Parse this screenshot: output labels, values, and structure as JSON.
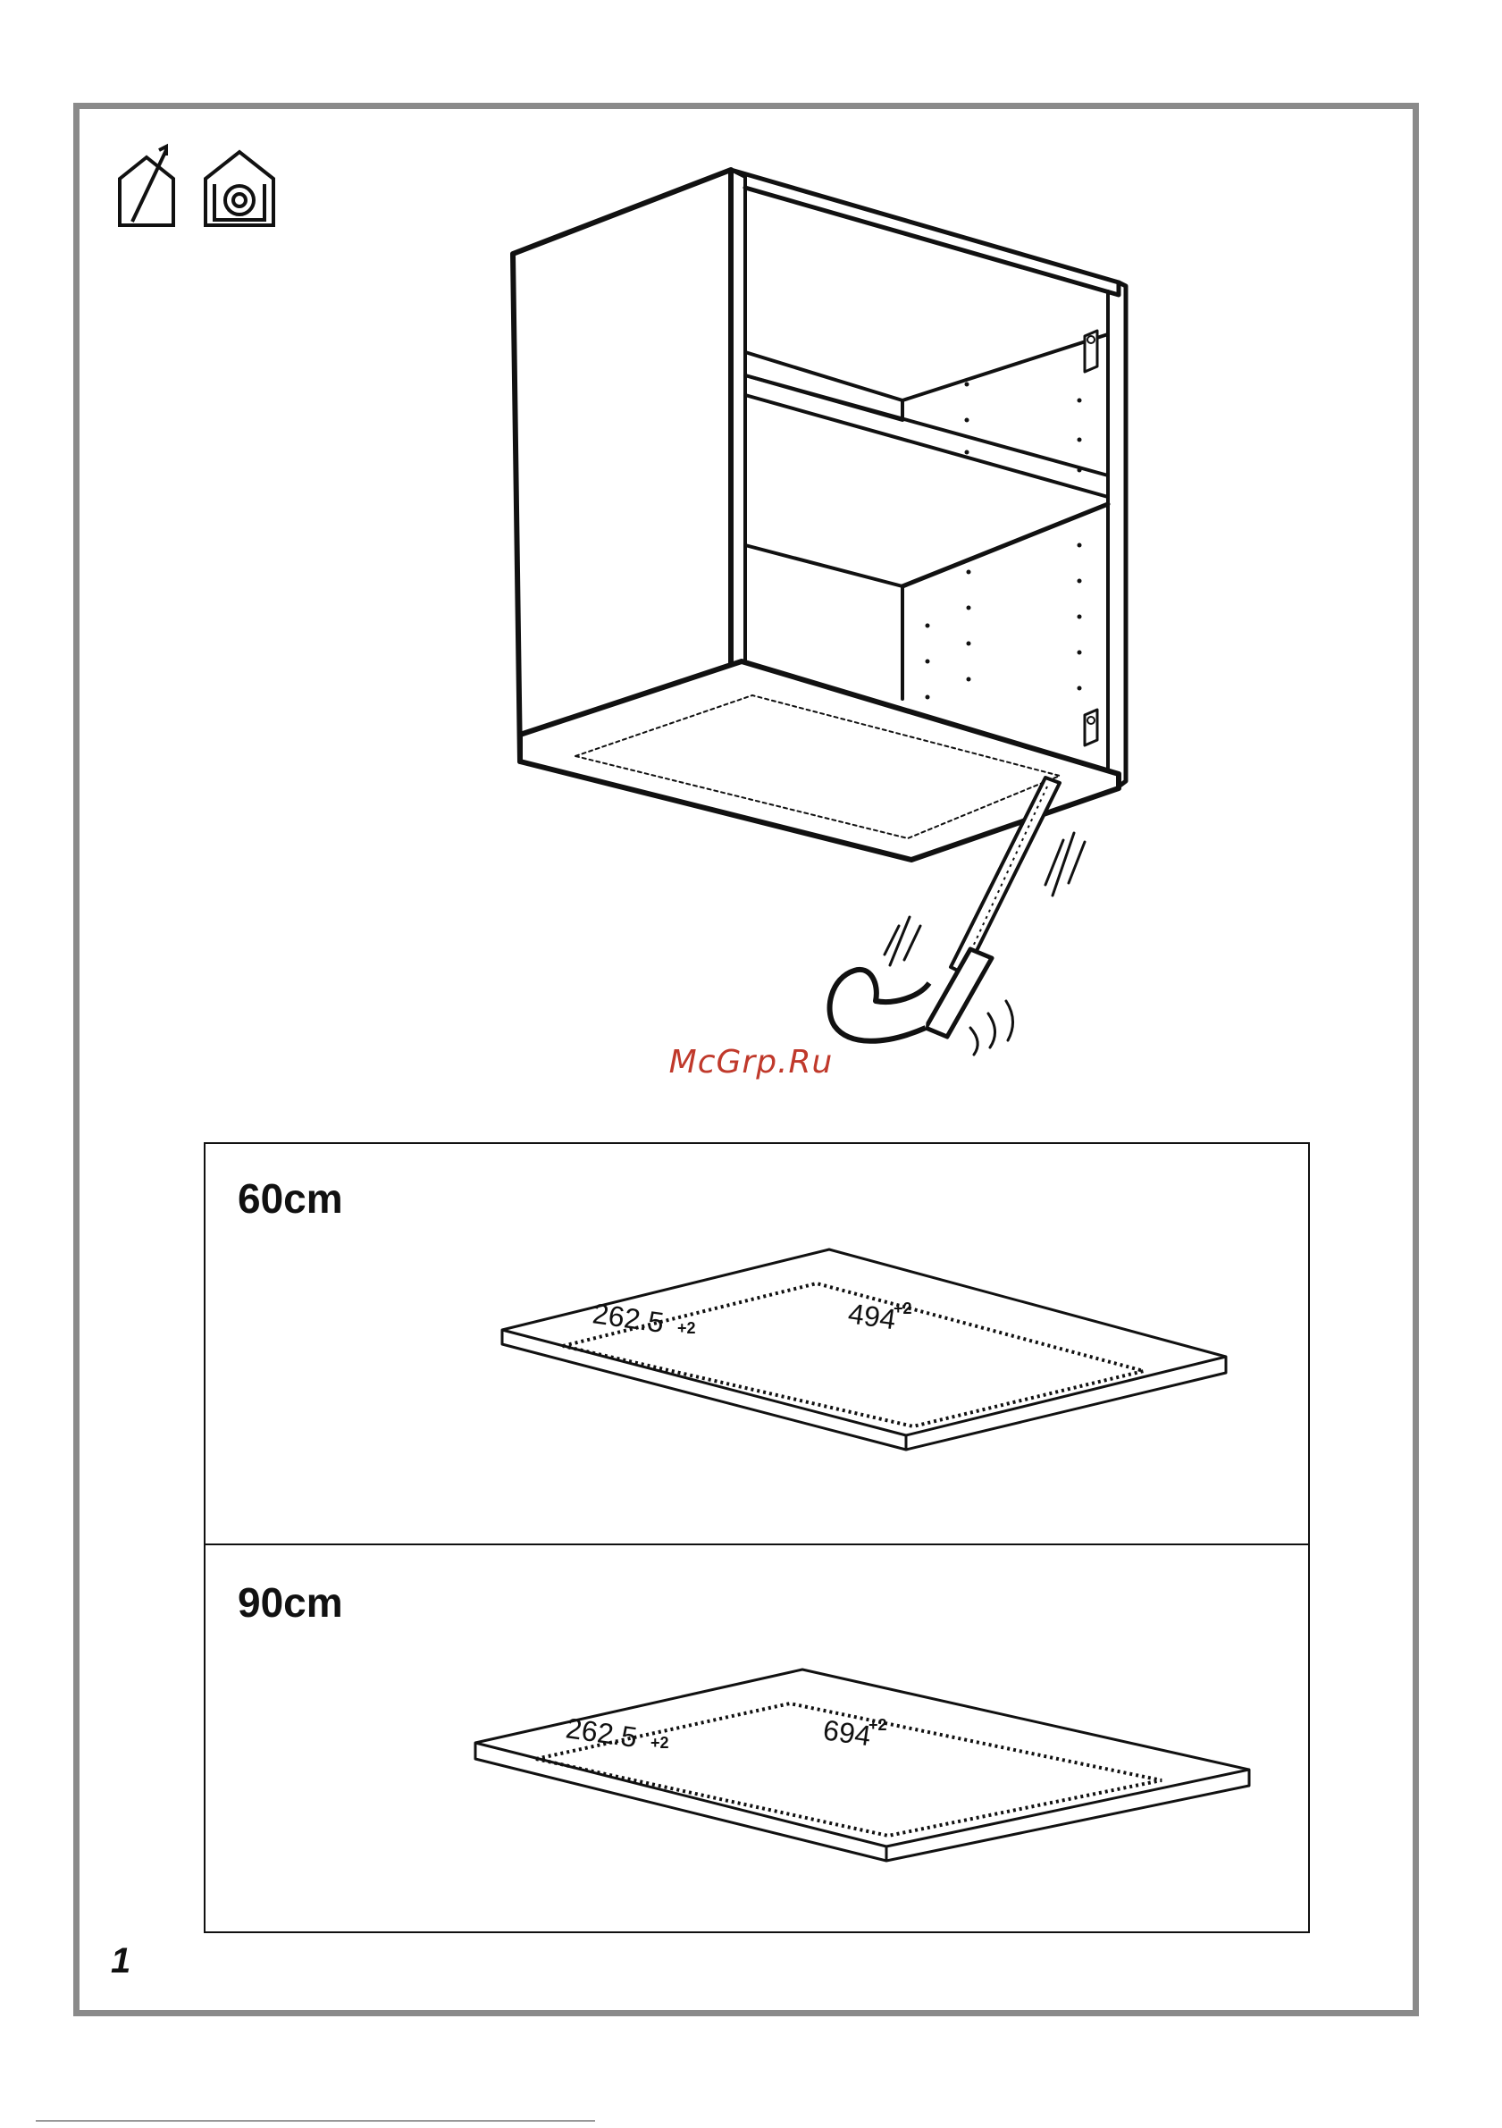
{
  "watermark": "McGrp.Ru",
  "icons": [
    "house-exhaust-icon",
    "house-recirculation-icon"
  ],
  "panels": [
    {
      "size_label": "60cm",
      "dim_depth": "262.5",
      "dim_depth_tol": "+2",
      "dim_width": "494",
      "dim_width_tol": "+2"
    },
    {
      "size_label": "90cm",
      "dim_depth": "262.5",
      "dim_depth_tol": "+2",
      "dim_width": "694",
      "dim_width_tol": "+2"
    }
  ],
  "page_number": "1"
}
